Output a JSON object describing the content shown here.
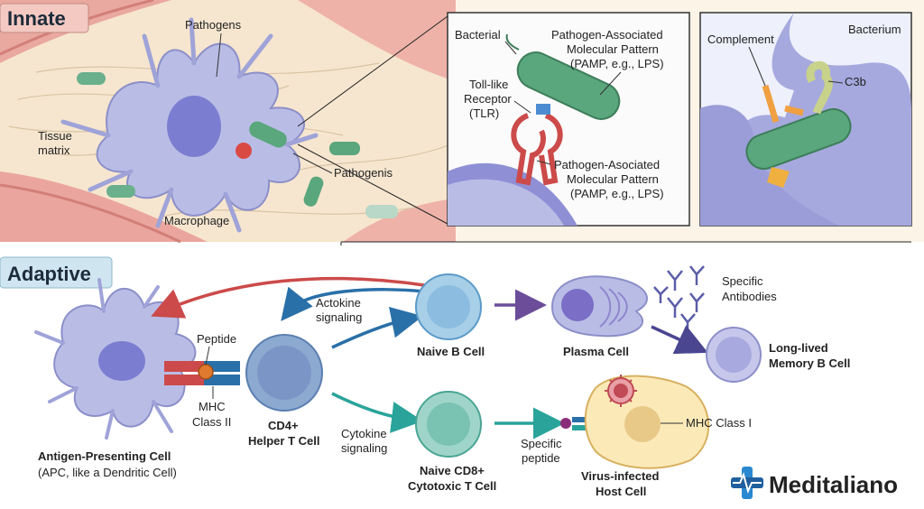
{
  "colors": {
    "innate_bg": "#f6e6cf",
    "innate_header": "#f3c9c2",
    "adaptive_header": "#cfe6f0",
    "cell_purple": "#b9bde6",
    "nucleus_purple": "#7b7ed0",
    "bacteria_green": "#5aa67d",
    "tlr_red": "#cc4a4a",
    "arrow_red": "#cc4a4a",
    "arrow_blue": "#2a70a8",
    "arrow_teal": "#2aa49a",
    "arrow_purple": "#6b4d9a",
    "brand_blue": "#1f5f9f"
  },
  "innate": {
    "title": "Innate",
    "labels": {
      "pathogens": "Pathogens",
      "tissue_matrix_1": "Tissue",
      "tissue_matrix_2": "matrix",
      "macrophage": "Macrophage",
      "pathogenis": "Pathogenis"
    },
    "inset1": {
      "bacterial": "Bacterial",
      "pamp_top": [
        "Pathogen-Associated",
        "Molecular Pattern",
        "(PAMP, e.g., LPS)"
      ],
      "tlr": [
        "Toll-like",
        "Receptor",
        "(TLR)"
      ],
      "pamp_bottom": [
        "Pathogen-Asociated",
        "Molecular Pattern",
        "(PAMP, e.g., LPS)"
      ]
    },
    "inset2": {
      "complement": "Complement",
      "bacterium": "Bacterium",
      "c3b": "C3b"
    }
  },
  "adaptive": {
    "title": "Adaptive",
    "apc": [
      "Antigen-Presenting Cell",
      "(APC, like a Dendritic Cell)"
    ],
    "peptide": "Peptide",
    "mhc2": [
      "MHC",
      "Class II"
    ],
    "cd4": [
      "CD4+",
      "Helper T Cell"
    ],
    "actokine": [
      "Actokine",
      "signaling"
    ],
    "cytokine": [
      "Cytokine",
      "signaling"
    ],
    "naive_b": "Naive B Cell",
    "plasma": "Plasma Cell",
    "antibodies": [
      "Specific",
      "Antibodies"
    ],
    "memory": [
      "Long-lived",
      "Memory B Cell"
    ],
    "cd8": [
      "Naive CD8+",
      "Cytotoxic T Cell"
    ],
    "specific_peptide": [
      "Specific",
      "peptide"
    ],
    "host": [
      "Virus-infected",
      "Host Cell"
    ],
    "mhc1": "MHC Class I"
  },
  "brand": {
    "name": "Meditaliano",
    "logo_icon": "medical-cross-icon"
  }
}
